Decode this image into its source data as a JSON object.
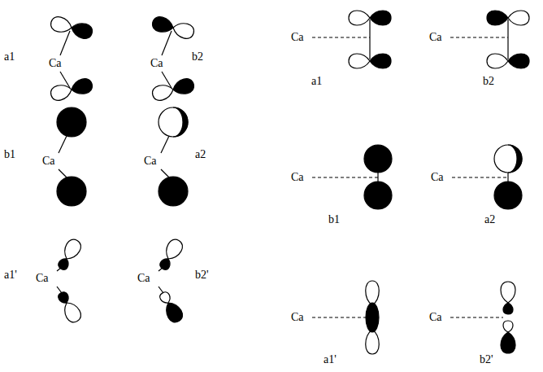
{
  "diagram": {
    "labels": [
      "a1",
      "Ca",
      "Ca",
      "b2",
      "Ca",
      "Ca",
      "a1",
      "b2",
      "b1",
      "Ca",
      "Ca",
      "a2",
      "Ca",
      "Ca",
      "b1",
      "a2",
      "a1'",
      "Ca",
      "Ca",
      "b2'",
      "Ca",
      "Ca",
      "a1'",
      "b2'"
    ]
  }
}
